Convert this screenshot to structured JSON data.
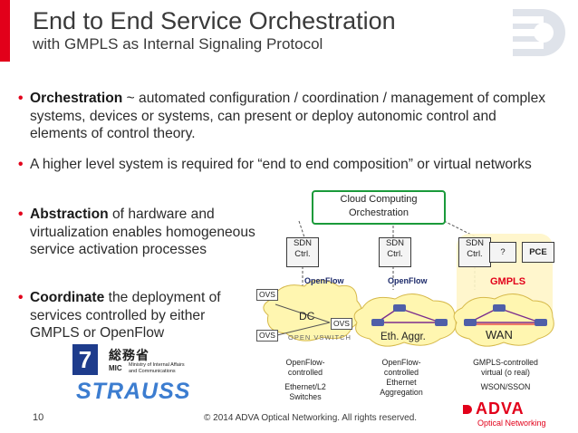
{
  "slide": {
    "title": "End to End Service Orchestration",
    "subtitle": "with GMPLS as Internal Signaling Protocol",
    "page_number": "10",
    "copyright": "© 2014 ADVA Optical Networking. All rights reserved."
  },
  "bullets": [
    {
      "bold": "Orchestration",
      "text": " ~ automated configuration / coordination / management of complex systems, devices or systems, can present or deploy autonomic control and elements of control theory."
    },
    {
      "bold": "",
      "text": "A higher level system is required for “end to end composition” or virtual networks"
    },
    {
      "bold": "Abstraction",
      "text": " of hardware and virtualization enables homogeneous service activation processes",
      "bold2": "virtualization"
    },
    {
      "bold": "Coordinate",
      "text": " the deployment of services controlled by either GMPLS or OpenFlow"
    }
  ],
  "diagram": {
    "orchestrator_line1": "Cloud Computing",
    "orchestrator_line2": "Orchestration",
    "sdn1_line1": "SDN",
    "sdn1_line2": "Ctrl.",
    "sdn2_line1": "SDN",
    "sdn2_line2": "Ctrl.",
    "sdn3_line1": "SDN",
    "sdn3_line2": "Ctrl.",
    "question": "?",
    "pce": "PCE",
    "openflow1": "OpenFlow",
    "openflow2": "OpenFlow",
    "gmpls": "GMPLS",
    "ovs_a": "OVS",
    "ovs_b": "OVS",
    "ovs_c": "OVS",
    "dc_label": "DC",
    "openvswitch": "OPEN VSWITCH",
    "eth_aggr": "Eth. Aggr.",
    "wan": "WAN",
    "cap1_l1": "OpenFlow-",
    "cap1_l2": "controlled",
    "cap1_l3": "Ethernet/L2",
    "cap1_l4": "Switches",
    "cap2_l1": "OpenFlow-",
    "cap2_l2": "controlled",
    "cap2_l3": "Ethernet",
    "cap2_l4": "Aggregation",
    "cap3_l1": "GMPLS-controlled",
    "cap3_l2": "virtual (o real)",
    "cap3_l3": "WSON/SSON"
  },
  "logos": {
    "strauss": "STRAUSS",
    "mic_kanji": "総務省",
    "mic_abbr": "MIC",
    "mic_name_l1": "Ministry of Internal Affairs",
    "mic_name_l2": "and Communications",
    "adva": "ADVA",
    "adva_sub": "Optical Networking"
  },
  "colors": {
    "accent_red": "#e2001a",
    "cloud_yellow": "#fff6b0",
    "orchestrator_green": "#1a9a3a",
    "gmpls_red": "#e2001a",
    "link_purple": "#7b2d8e"
  }
}
